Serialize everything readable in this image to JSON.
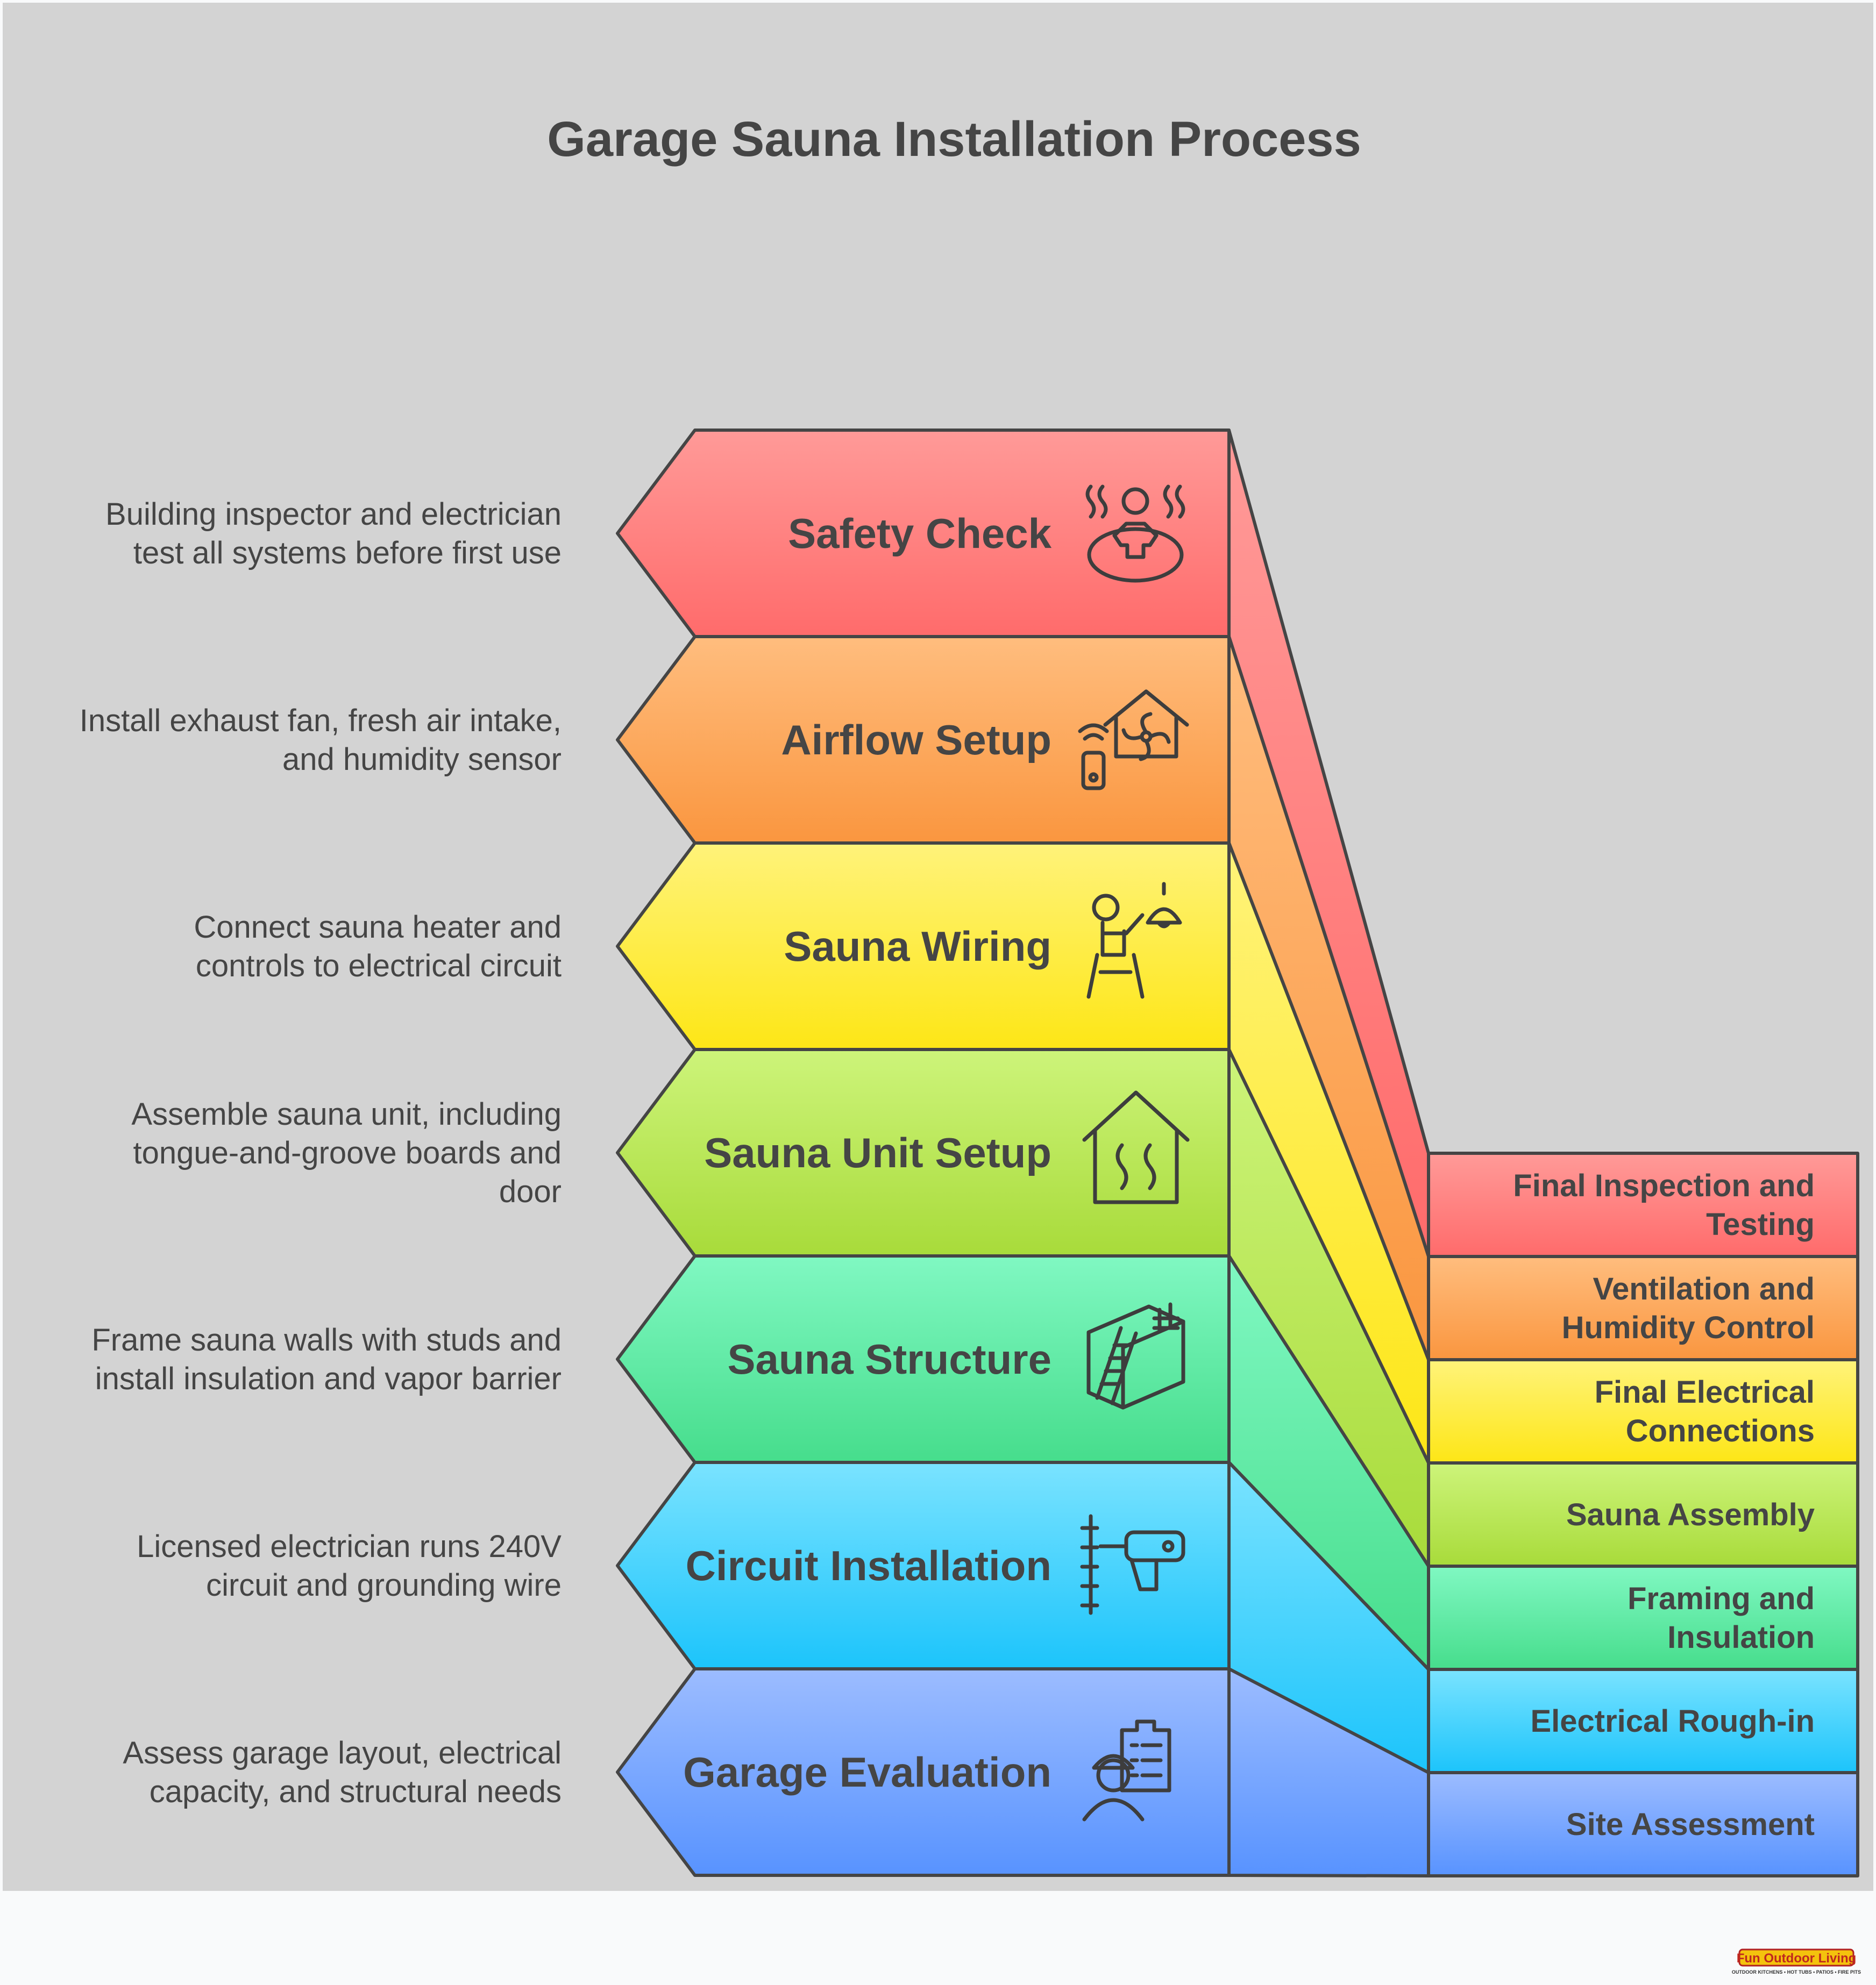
{
  "title": "Garage Sauna Installation Process",
  "steps": [
    {
      "label": "Safety Check",
      "description": [
        "Building inspector and electrician",
        "test all systems before first use"
      ],
      "outcome": [
        "Final Inspection and",
        "Testing"
      ],
      "icon": "person-steam-icon",
      "colors": {
        "top": "#ff9a98",
        "bottom": "#ff6b6b"
      }
    },
    {
      "label": "Airflow Setup",
      "description": [
        "Install exhaust fan, fresh air intake,",
        "and humidity sensor"
      ],
      "outcome": [
        "Ventilation and",
        "Humidity Control"
      ],
      "icon": "house-fan-remote-icon",
      "colors": {
        "top": "#ffbd7e",
        "bottom": "#fa963f"
      }
    },
    {
      "label": "Sauna Wiring",
      "description": [
        "Connect sauna heater and",
        "controls to electrical circuit"
      ],
      "outcome": [
        "Final Electrical",
        "Connections"
      ],
      "icon": "electrician-ladder-lamp-icon",
      "colors": {
        "top": "#fff37a",
        "bottom": "#fde616"
      }
    },
    {
      "label": "Sauna Unit Setup",
      "description": [
        "Assemble sauna unit, including",
        "tongue-and-groove boards and",
        "door"
      ],
      "outcome": [
        "Sauna Assembly"
      ],
      "icon": "house-steam-icon",
      "colors": {
        "top": "#cdf47a",
        "bottom": "#a8db3a"
      }
    },
    {
      "label": "Sauna Structure",
      "description": [
        "Frame sauna walls with studs and",
        "install insulation and vapor barrier"
      ],
      "outcome": [
        "Framing and",
        "Insulation"
      ],
      "icon": "box-frame-ladder-icon",
      "colors": {
        "top": "#80f8c2",
        "bottom": "#46dd8c"
      }
    },
    {
      "label": "Circuit Installation",
      "description": [
        "Licensed electrician runs 240V",
        "circuit and grounding wire"
      ],
      "outcome": [
        "Electrical Rough-in"
      ],
      "icon": "wall-drill-icon",
      "colors": {
        "top": "#7ae3ff",
        "bottom": "#1cc4fb"
      }
    },
    {
      "label": "Garage Evaluation",
      "description": [
        "Assess garage layout, electrical",
        "capacity, and structural needs"
      ],
      "outcome": [
        "Site Assessment"
      ],
      "icon": "worker-clipboard-icon",
      "colors": {
        "top": "#9cbcff",
        "bottom": "#5893ff"
      }
    }
  ],
  "logo": {
    "name": "Fun Outdoor Living",
    "tagline": "OUTDOOR KITCHENS • HOT TUBS • PATIOS • FIRE PITS"
  }
}
